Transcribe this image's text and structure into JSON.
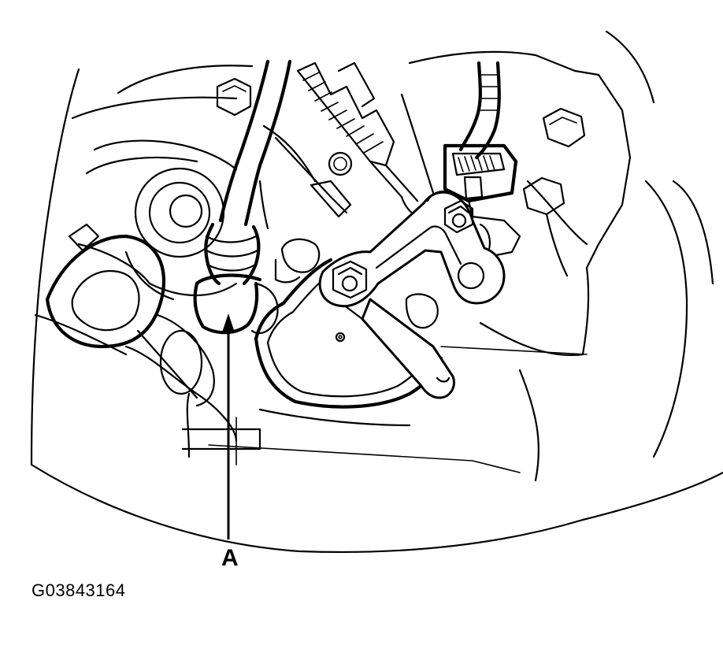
{
  "diagram": {
    "callouts": [
      {
        "id": "A",
        "text": "A"
      }
    ],
    "figure_id": "G03843164",
    "colors": {
      "ink": "#000000",
      "paper": "#ffffff"
    }
  }
}
